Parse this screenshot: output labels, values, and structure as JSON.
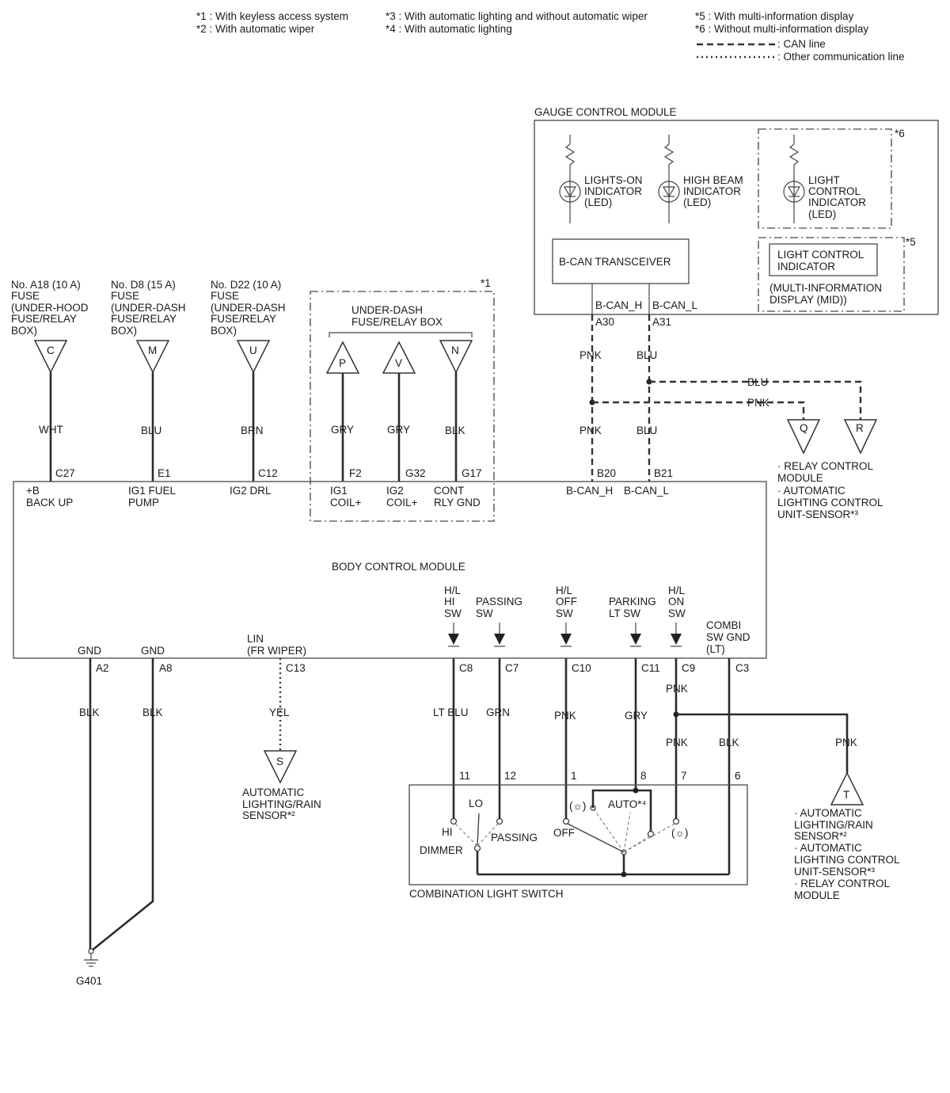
{
  "notes": [
    "*1 : With keyless access system",
    "*2 : With automatic wiper",
    "*3 : With automatic lighting and without automatic wiper",
    "*4 : With automatic lighting",
    "*5 : With multi-information display",
    "*6 : Without multi-information display"
  ],
  "legend": {
    "can": ": CAN line",
    "other": ": Other communication line"
  },
  "gauge": {
    "title": "GAUGE CONTROL MODULE",
    "lights_on": [
      "LIGHTS-ON",
      "INDICATOR",
      "(LED)"
    ],
    "high_beam": [
      "HIGH BEAM",
      "INDICATOR",
      "(LED)"
    ],
    "light_ctrl": [
      "LIGHT",
      "CONTROL",
      "INDICATOR",
      "(LED)"
    ],
    "mark6": "*6",
    "mark5": "*5",
    "transceiver": "B-CAN TRANSCEIVER",
    "mid_indicator": [
      "LIGHT CONTROL",
      "INDICATOR"
    ],
    "mid_label": [
      "(MULTI-INFORMATION",
      "DISPLAY (MID))"
    ],
    "can_h": "B-CAN_H",
    "can_l": "B-CAN_L",
    "pin_h": "A30",
    "pin_l": "A31"
  },
  "fuses": [
    {
      "lines": [
        "No. A18 (10 A)",
        "FUSE",
        "(UNDER-HOOD",
        "FUSE/RELAY",
        "BOX)"
      ],
      "letter": "C",
      "wire": "WHT",
      "pin": "C27",
      "func": [
        "+B",
        "BACK UP"
      ]
    },
    {
      "lines": [
        "No. D8 (15 A)",
        "FUSE",
        "(UNDER-DASH",
        "FUSE/RELAY",
        "BOX)"
      ],
      "letter": "M",
      "wire": "BLU",
      "pin": "E1",
      "func": [
        "IG1 FUEL",
        "PUMP"
      ]
    },
    {
      "lines": [
        "No. D22 (10 A)",
        "FUSE",
        "(UNDER-DASH",
        "FUSE/RELAY",
        "BOX)"
      ],
      "letter": "U",
      "wire": "BRN",
      "pin": "C12",
      "func": [
        "IG2 DRL"
      ]
    }
  ],
  "udbox": {
    "title": [
      "UNDER-DASH",
      "FUSE/RELAY BOX"
    ],
    "mark": "*1",
    "items": [
      {
        "letter": "P",
        "wire": "GRY",
        "pin": "F2",
        "func": [
          "IG1",
          "COIL+"
        ]
      },
      {
        "letter": "V",
        "wire": "GRY",
        "pin": "G32",
        "func": [
          "IG2",
          "COIL+"
        ]
      },
      {
        "letter": "N",
        "wire": "BLK",
        "pin": "G17",
        "func": [
          "CONT",
          "RLY GND"
        ]
      }
    ]
  },
  "can": {
    "pnk_top": "PNK",
    "blu_top": "BLU",
    "blu_branch": "BLU",
    "pnk_branch": "PNK",
    "pnk_low": "PNK",
    "blu_low": "BLU",
    "pin_h": "B20",
    "pin_l": "B21",
    "func_h": "B-CAN_H",
    "func_l": "B-CAN_L",
    "conn_q": "Q",
    "conn_r": "R",
    "dest": [
      "· RELAY CONTROL",
      "MODULE",
      "· AUTOMATIC",
      "LIGHTING CONTROL",
      "UNIT-SENSOR*³"
    ]
  },
  "bcm": {
    "title": "BODY CONTROL MODULE"
  },
  "bottom": {
    "gnd1": {
      "func": "GND",
      "pin": "A2",
      "wire": "BLK"
    },
    "gnd2": {
      "func": "GND",
      "pin": "A8",
      "wire": "BLK"
    },
    "ground": "G401",
    "lin": {
      "func": [
        "LIN",
        "(FR WIPER)"
      ],
      "pin": "C13",
      "wire": "YEL",
      "letter": "S",
      "dest": [
        "AUTOMATIC",
        "LIGHTING/RAIN",
        "SENSOR*²"
      ]
    }
  },
  "switch_inputs": [
    {
      "func": [
        "H/L",
        "HI",
        "SW"
      ],
      "pin": "C8",
      "wire": "LT BLU",
      "term": "11"
    },
    {
      "func": [
        "PASSING",
        "SW"
      ],
      "pin": "C7",
      "wire": "GRN",
      "term": "12"
    },
    {
      "func": [
        "H/L",
        "OFF",
        "SW"
      ],
      "pin": "C10",
      "wire": "PNK",
      "term": "1"
    },
    {
      "func": [
        "PARKING",
        "LT SW"
      ],
      "pin": "C11",
      "wire": "GRY",
      "term": "8"
    },
    {
      "func": [
        "H/L",
        "ON",
        "SW"
      ],
      "pin": "C9",
      "wire": "PNK",
      "term": "7"
    }
  ],
  "c9_branch": {
    "wire_after": "PNK",
    "wire_branch": "PNK",
    "letter": "T",
    "dest": [
      "· AUTOMATIC",
      "LIGHTING/RAIN",
      "SENSOR*²",
      "· AUTOMATIC",
      "LIGHTING CONTROL",
      "UNIT-SENSOR*³",
      "· RELAY CONTROL",
      "MODULE"
    ]
  },
  "combi_gnd": {
    "func": [
      "COMBI",
      "SW GND",
      "(LT)"
    ],
    "pin": "C3",
    "wire": "BLK",
    "term": "6"
  },
  "cls": {
    "title": "COMBINATION LIGHT SWITCH",
    "lo": "LO",
    "hi": "HI",
    "dimmer": "DIMMER",
    "passing": "PASSING",
    "off": "OFF",
    "auto": "AUTO*⁴",
    "park_sym": "(☼)",
    "on_sym": "(☼)"
  }
}
